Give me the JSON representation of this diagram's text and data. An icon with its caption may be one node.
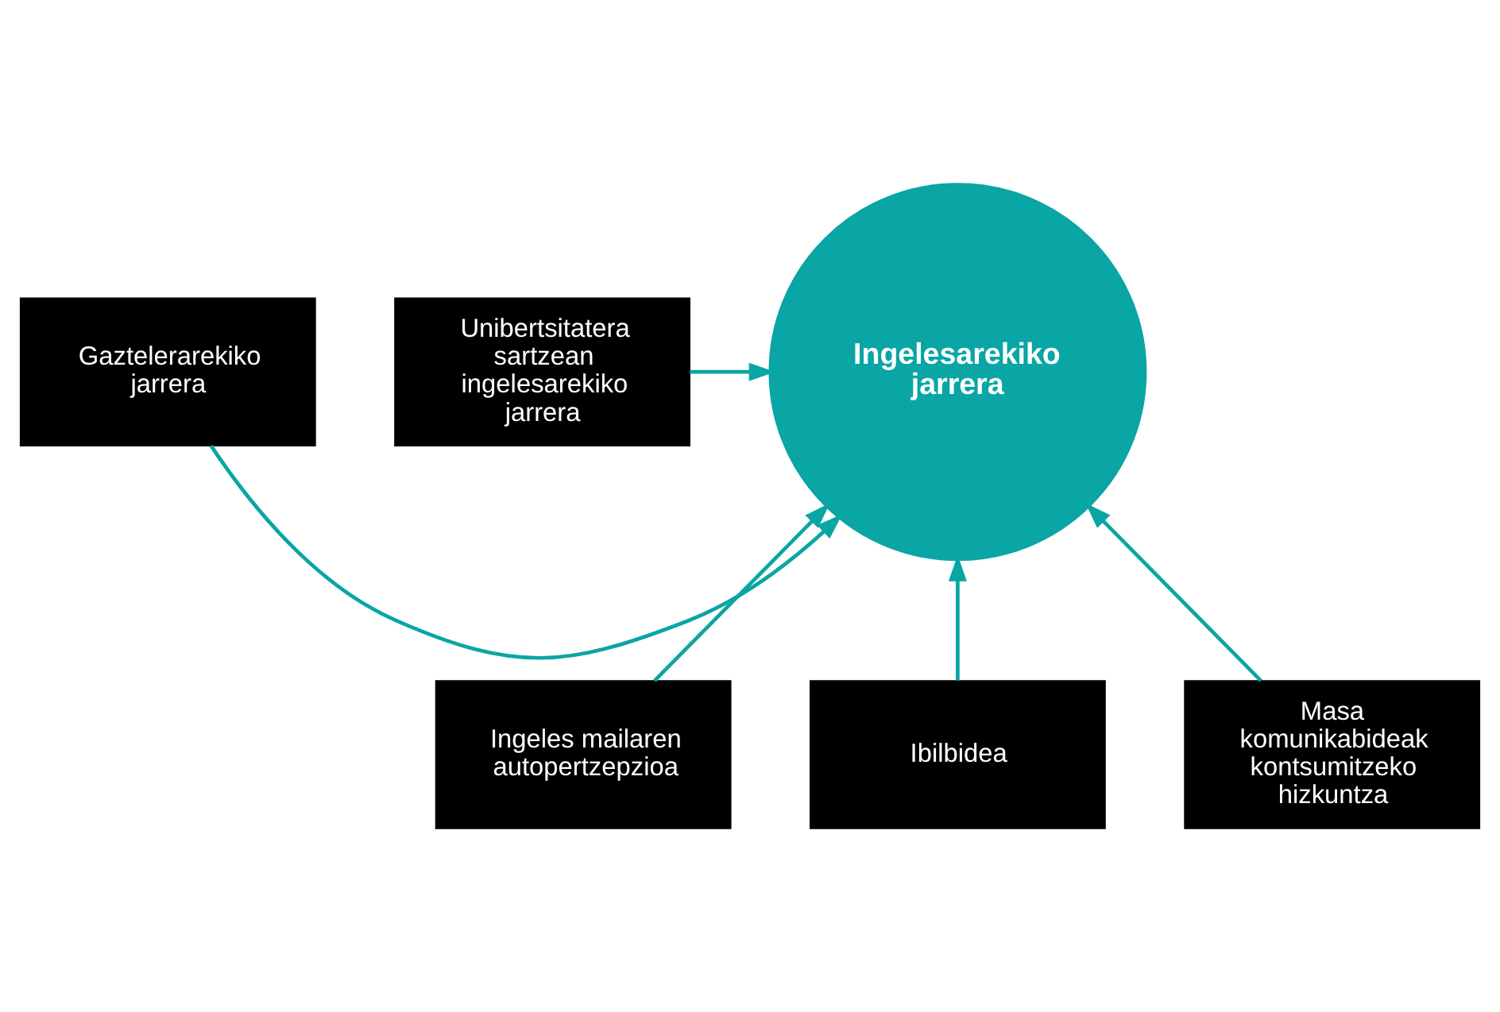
{
  "diagram": {
    "nodes": [
      {
        "text": [
          "Ingelesarekiko jarrera"
        ]
      },
      {
        "text": [
          "Gaztelerarekiko jarrera"
        ]
      },
      {
        "text": [
          "Unibertsitatera sartzean ingelesarekiko jarrera"
        ]
      },
      {
        "text": [
          "Ingeles mailaren autopertzepzioa"
        ]
      },
      {
        "text": [
          "Ibilbidea"
        ]
      },
      {
        "text": [
          "Masa komunikabideak kontsumitzeko hizkuntza"
        ]
      }
    ],
    "edges": [
      {
        "from": 1,
        "to": 0,
        "arrow": "to"
      },
      {
        "from": 2,
        "to": 0,
        "arrow": "to"
      },
      {
        "from": 3,
        "to": 0,
        "arrow": "to"
      },
      {
        "from": 4,
        "to": 0,
        "arrow": "to"
      },
      {
        "from": 5,
        "to": 0,
        "arrow": "to"
      }
    ]
  }
}
